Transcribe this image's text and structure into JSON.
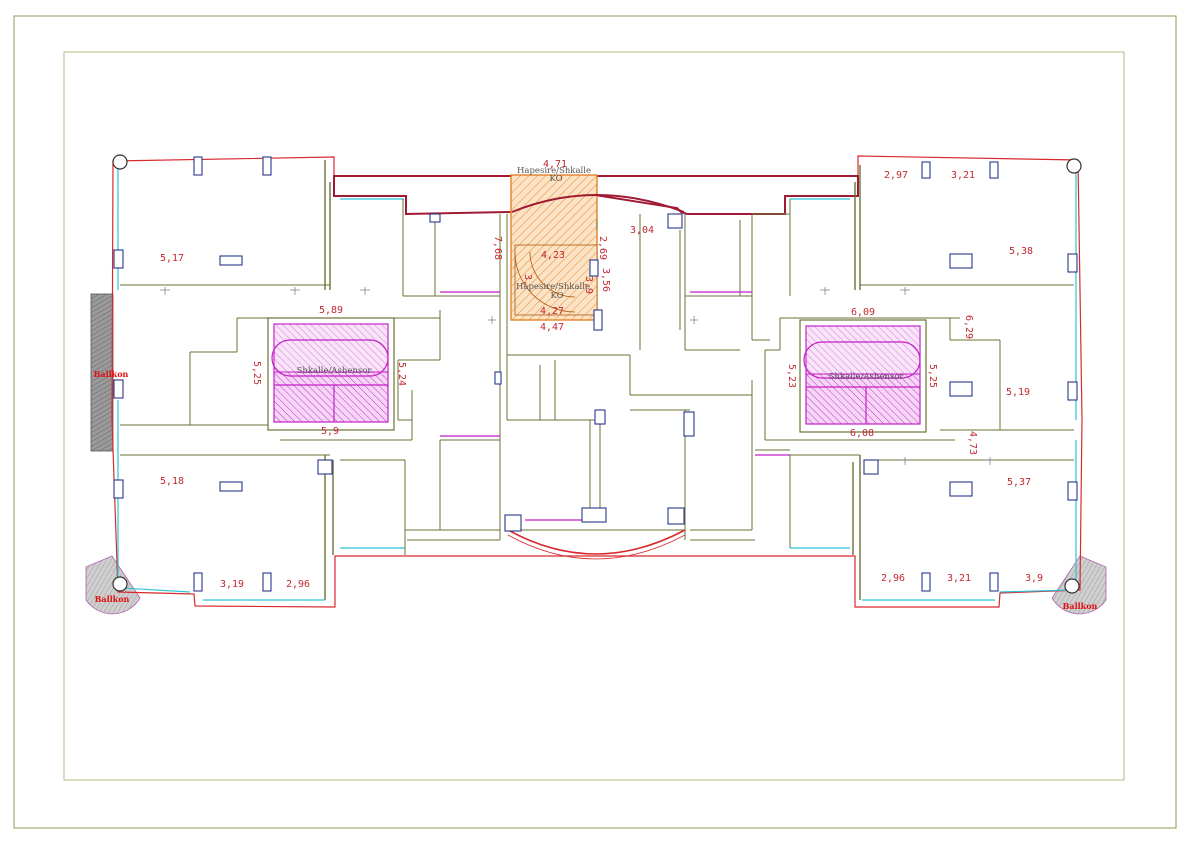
{
  "plan": {
    "room_labels": {
      "stair_top": "Hapesire/Shkalle",
      "stair_top_sub": "KO",
      "stair_mid": "Hapesire/Shkalle",
      "stair_mid_sub": "KO",
      "core_left": "Shkalle/Ashensor",
      "core_right": "Shkalle/Ashensor"
    },
    "balcony_labels": {
      "left": "Ballkon",
      "bottom_left": "Ballkon",
      "bottom_right": "Ballkon"
    },
    "dimensions": {
      "d_4_71": "4,71",
      "d_7_68": "7,68",
      "d_4_23": "4,23",
      "d_2_69": "2,69",
      "d_3_04": "3,04",
      "d_3_56": "3,56",
      "d_3_x": "3,",
      "d_3_9_mid": "3,9",
      "d_4_27": "4,27",
      "d_4_47": "4,47",
      "d_5_17": "5,17",
      "d_5_89": "5,89",
      "d_5_25_l": "5,25",
      "d_5_24": "5,24",
      "d_5_9": "5,9",
      "d_5_18": "5,18",
      "d_3_19": "3,19",
      "d_2_96_l": "2,96",
      "d_2_97": "2,97",
      "d_3_21_t": "3,21",
      "d_5_38": "5,38",
      "d_6_09": "6,09",
      "d_6_29": "6,29",
      "d_5_23": "5,23",
      "d_5_25_r": "5,25",
      "d_5_19": "5,19",
      "d_6_08": "6,08",
      "d_4_73": "4,73",
      "d_5_37": "5,37",
      "d_2_96_r": "2,96",
      "d_3_21_b": "3,21",
      "d_3_9": "3,9"
    }
  }
}
